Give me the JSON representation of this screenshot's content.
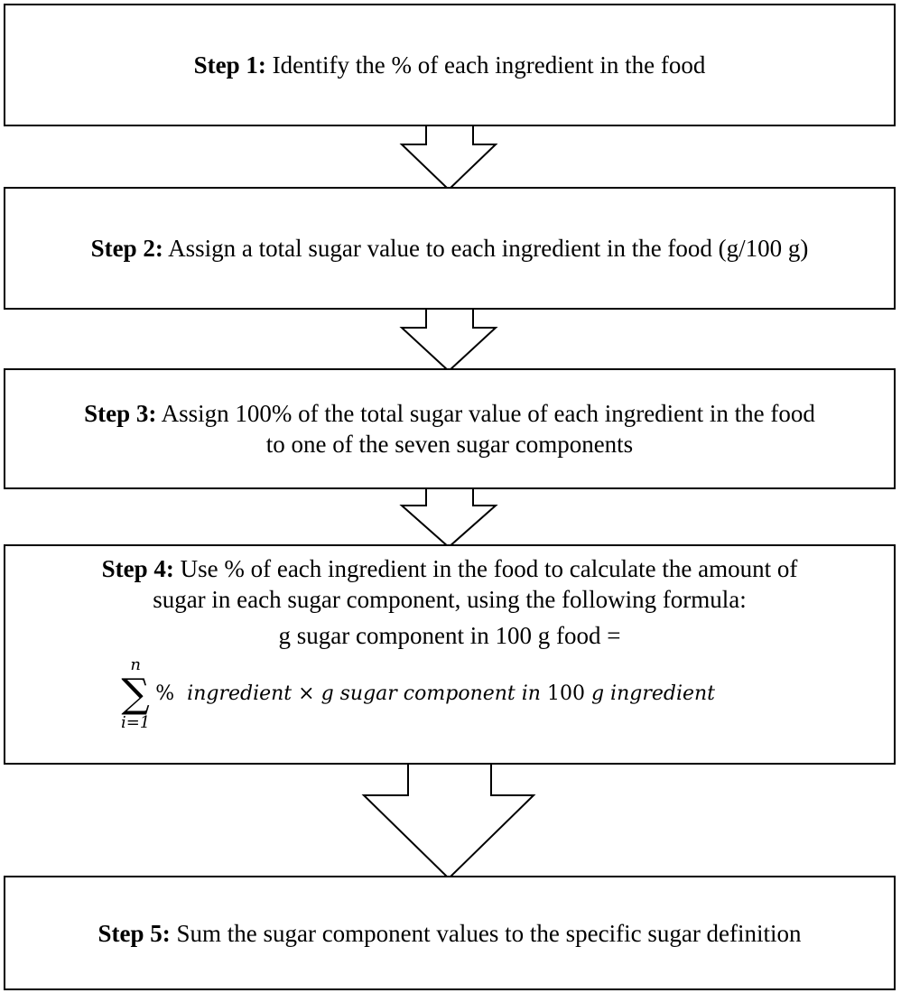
{
  "steps": [
    {
      "label": "Step 1:",
      "text": "Identify the % of each ingredient in the food"
    },
    {
      "label": "Step 2:",
      "text": "Assign a total sugar value to each ingredient in the food (g/100 g)"
    },
    {
      "label": "Step 3:",
      "text_line1": "Assign 100% of the total sugar value of each ingredient in the food",
      "text_line2": "to one of the seven sugar components"
    },
    {
      "label": "Step 4:",
      "text_line1": "Use % of each ingredient in the food to calculate the amount of",
      "text_line2": "sugar in each sugar component, using the following formula:"
    },
    {
      "label": "Step 5:",
      "text": "Sum the sugar component values to the specific sugar definition"
    }
  ],
  "formula": {
    "lhs": "g sugar component in 100 g food =",
    "sigma_upper": "n",
    "sigma_lower": "i=1",
    "sigma_symbol": "∑",
    "term_percent": "%",
    "term_a": "ingredient × g sugar component in ",
    "term_number": "100",
    "term_b": " g ingredient"
  },
  "colors": {
    "stroke": "#000000",
    "background": "#ffffff"
  }
}
